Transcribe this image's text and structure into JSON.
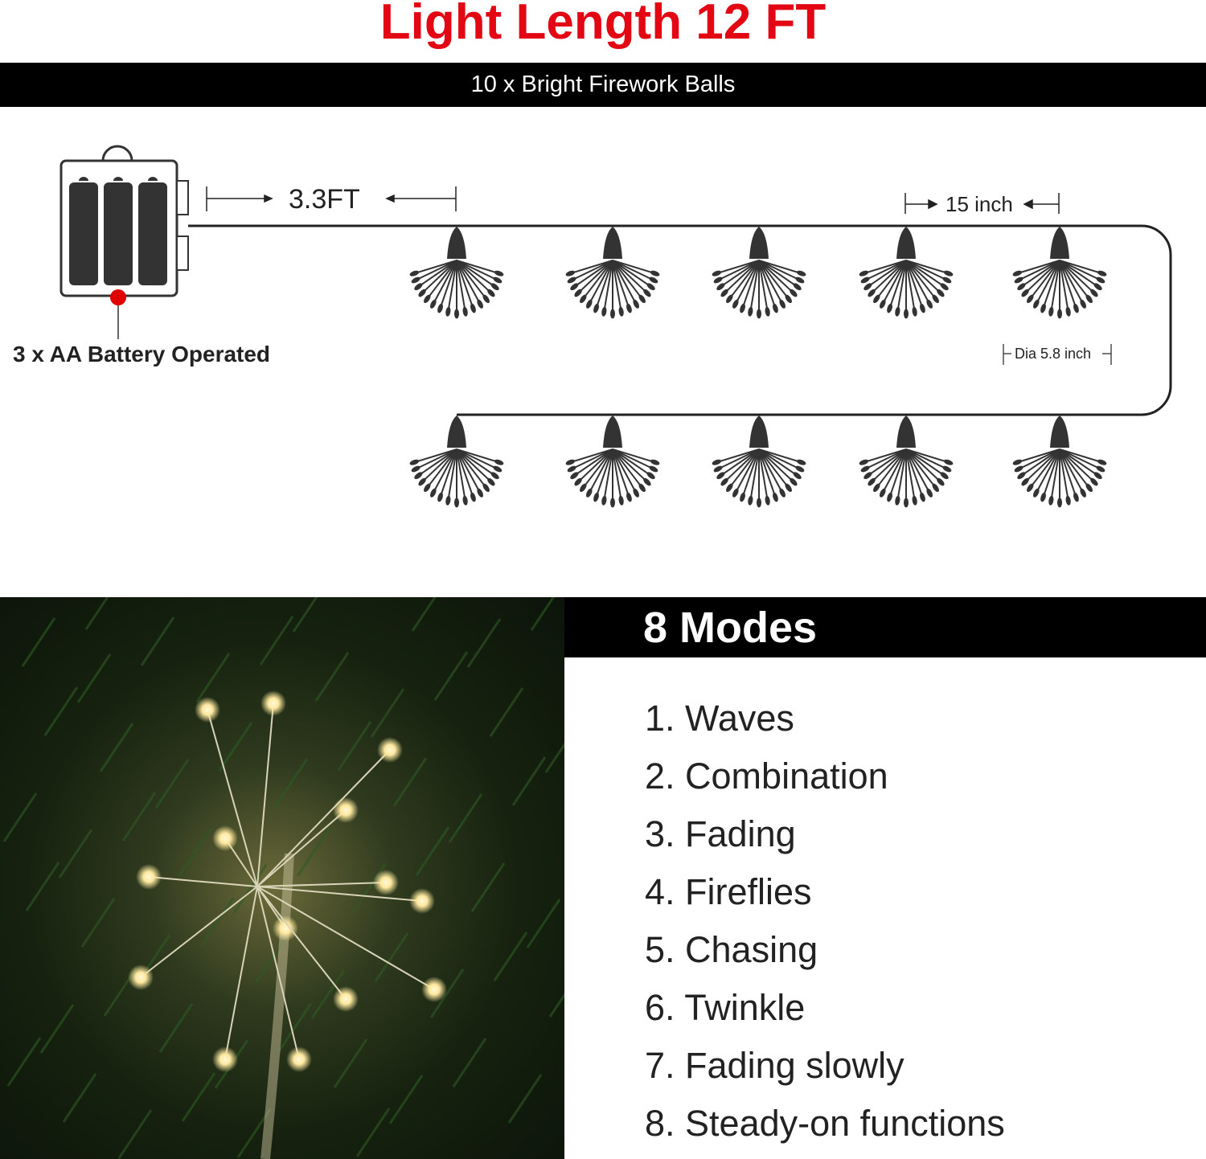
{
  "title": "Light Length 12 FT",
  "subtitle": "10 x Bright Firework Balls",
  "diagram": {
    "lead_length": "3.3FT",
    "spacing": "15 inch",
    "diameter": "Dia 5.8 inch",
    "battery_label": "3 x AA Battery Operated",
    "ball_count": 10
  },
  "modes": {
    "heading": "8 Modes",
    "items": [
      "1. Waves",
      "2. Combination",
      "3. Fading",
      "4. Fireflies",
      "5. Chasing",
      "6. Twinkle",
      "7. Fading slowly",
      "8. Steady-on functions"
    ]
  },
  "colors": {
    "title": "#e30613",
    "accent_dot": "#e00000",
    "ink": "#333333"
  }
}
